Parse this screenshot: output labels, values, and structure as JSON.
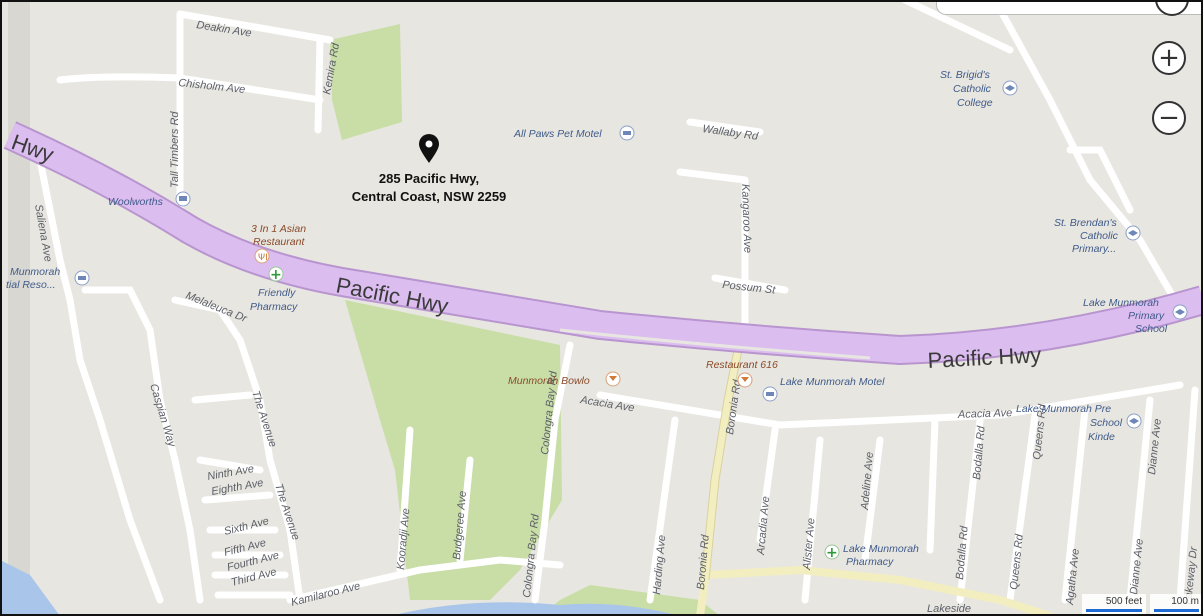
{
  "pin": {
    "line1": "285 Pacific Hwy,",
    "line2": "Central Coast, NSW 2259"
  },
  "highway": {
    "label_main": "Pacific Hwy",
    "label_right": "Pacific Hwy",
    "label_left_partial": "Hwy"
  },
  "streets": {
    "deakin": "Deakin Ave",
    "chisholm": "Chisholm Ave",
    "kemira": "Kemira Rd",
    "tall_timbers": "Tall Timbers Rd",
    "saliena": "Saliena Ave",
    "melaleuca": "Melaleuca Dr",
    "caspian": "Caspian Way",
    "the_avenue": "The Avenue",
    "the_avenue2": "The Avenue",
    "ninth": "Ninth Ave",
    "eighth": "Eighth Ave",
    "sixth": "Sixth Ave",
    "fifth": "Fifth Ave",
    "fourth": "Fourth Ave",
    "third": "Third Ave",
    "kamilaroo": "Kamilaroo Ave",
    "kooradji": "Kooradji Ave",
    "budgeree": "Budgeree Ave",
    "colongra1": "Colongra Bay Rd",
    "colongra2": "Colongra Bay Rd",
    "acacia1": "Acacia Ave",
    "acacia2": "Acacia Ave",
    "harding": "Harding Ave",
    "boronia1": "Boronia Rd",
    "boronia2": "Boronia Rd",
    "arcadia": "Arcadia Ave",
    "alister": "Alister Ave",
    "adeline": "Adeline Ave",
    "bodalla1": "Bodalla Rd",
    "bodalla2": "Bodalla Rd",
    "queens1": "Queens Rd",
    "queens2": "Queens Rd",
    "agatha": "Agatha Ave",
    "dianne1": "Dianne Ave",
    "dianne2": "Dianne Ave",
    "lakeway": "Lakeway Dr",
    "wallaby": "Wallaby Rd",
    "kangaroo": "Kangaroo Ave",
    "possum": "Possum St",
    "lakeside": "Lakeside"
  },
  "pois": {
    "woolworths": "Woolworths",
    "asian_l1": "3 In 1 Asian",
    "asian_l2": "Restaurant",
    "friendly_l1": "Friendly",
    "friendly_l2": "Pharmacy",
    "munmorah_res_l1": "Munmorah",
    "munmorah_res_l2": "tial Reso...",
    "allpaws": "All Paws Pet Motel",
    "brigid_l1": "St. Brigid's",
    "brigid_l2": "Catholic",
    "brigid_l3": "College",
    "brendan_l1": "St. Brendan's",
    "brendan_l2": "Catholic",
    "brendan_l3": "Primary...",
    "lmps_l1": "Lake Munmorah",
    "lmps_l2": "Primary",
    "lmps_l3": "School",
    "bowlo": "Munmorah Bowlo",
    "rest616": "Restaurant 616",
    "motel": "Lake Munmorah Motel",
    "preschool_l1": "Lake Munmorah Pre",
    "preschool_l2": "School",
    "preschool_l3": "Kinde",
    "lmpharm_l1": "Lake Munmorah",
    "lmpharm_l2": "Pharmacy"
  },
  "controls": {
    "zoom_in": "+",
    "zoom_out": "−"
  },
  "scale": {
    "feet": "500 feet",
    "meters": "100 m"
  },
  "colors": {
    "land": "#e8e6e0",
    "road": "#ffffff",
    "highway": "#d9b8ee",
    "park": "#c8dea6",
    "water": "#a9c6ea",
    "major_road": "#f3eec0"
  }
}
